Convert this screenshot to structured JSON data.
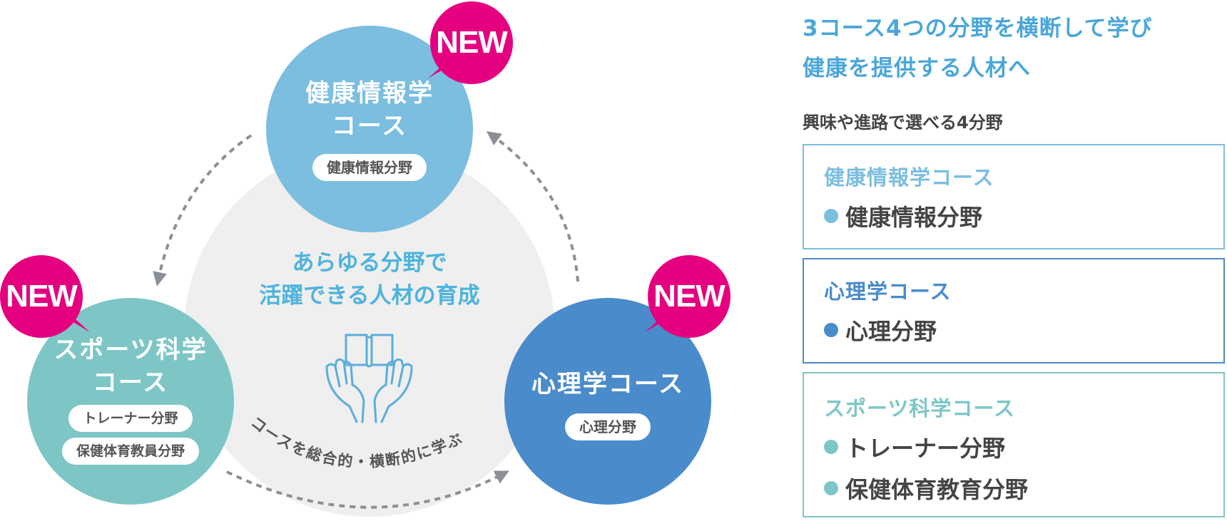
{
  "diagram": {
    "hub": {
      "line1": "あらゆる分野で",
      "line2": "活躍できる人材の育成"
    },
    "arc_label": "コースを総合的・横断的に学ぶ",
    "courses": [
      {
        "title_line1": "健康情報学",
        "title_line2": "コース",
        "fields": [
          "健康情報分野"
        ],
        "badge": "NEW",
        "color": "#7bbedf"
      },
      {
        "title_line1": "心理学コース",
        "fields": [
          "心理分野"
        ],
        "badge": "NEW",
        "color": "#4a8bcb"
      },
      {
        "title_line1": "スポーツ科学",
        "title_line2": "コース",
        "fields": [
          "トレーナー分野",
          "保健体育教員分野"
        ],
        "badge": "NEW",
        "color": "#7ec6c6"
      }
    ],
    "colors": {
      "badge": "#e4007f",
      "hub_bg": "#efefef",
      "hub_text": "#4db3dd",
      "arrow": "#8a9096"
    }
  },
  "panel": {
    "heading_line1": "3コース4つの分野を横断して学び",
    "heading_line2": "健康を提供する人材へ",
    "subheading": "興味や進路で選べる4分野",
    "boxes": [
      {
        "title": "健康情報学コース",
        "items": [
          "健康情報分野"
        ],
        "color": "#7bbedf"
      },
      {
        "title": "心理学コース",
        "items": [
          "心理分野"
        ],
        "color": "#4a8bcb"
      },
      {
        "title": "スポーツ科学コース",
        "items": [
          "トレーナー分野",
          "保健体育教育分野"
        ],
        "color": "#7ec6c6"
      }
    ]
  }
}
